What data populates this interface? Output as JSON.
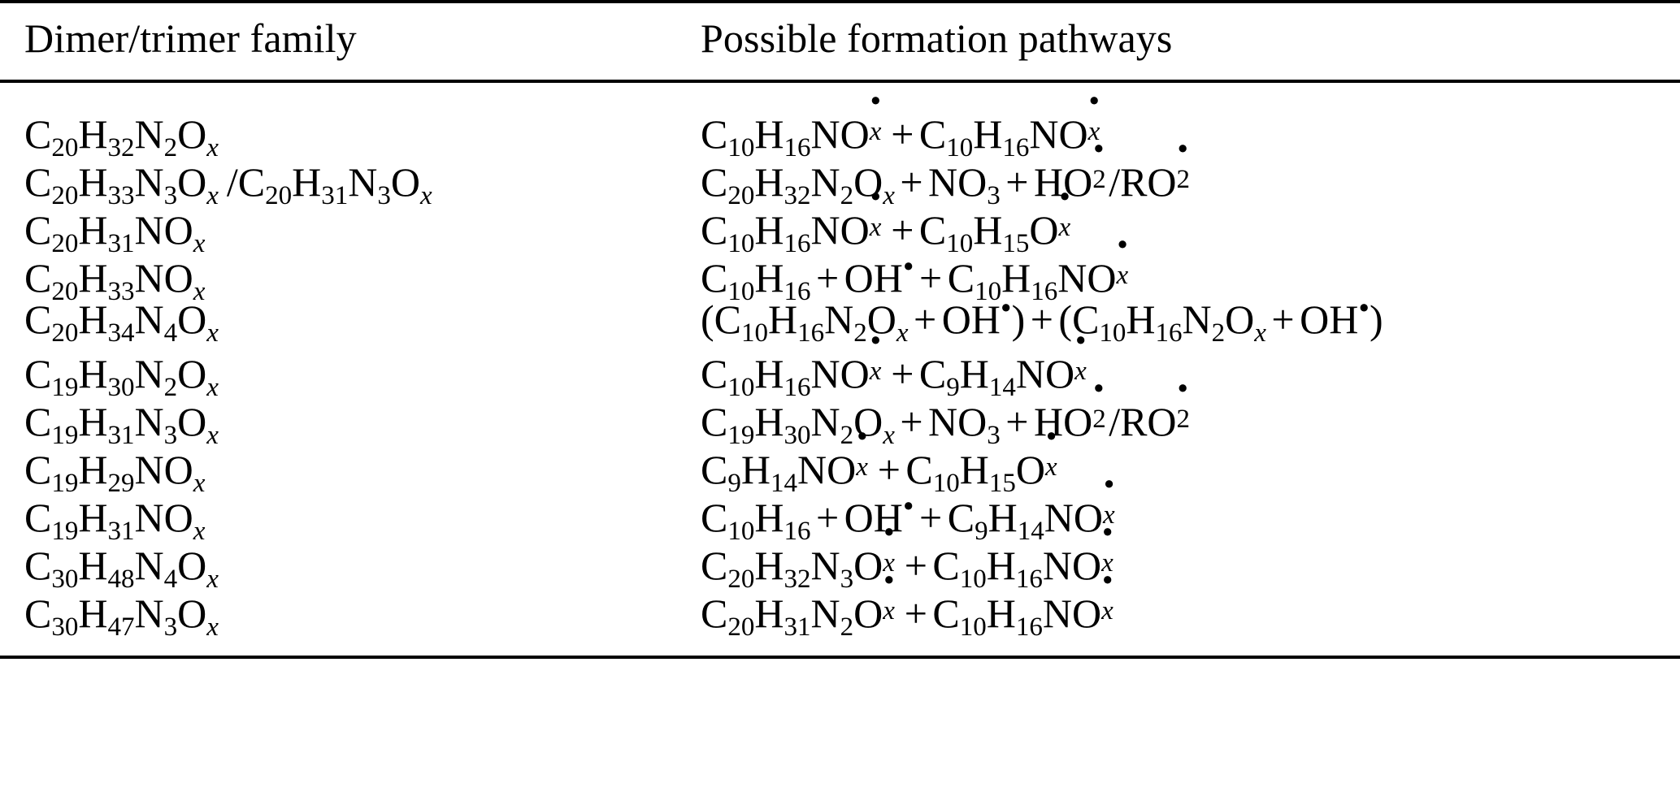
{
  "table": {
    "headers": {
      "family": "Dimer/trimer family",
      "pathway": "Possible formation pathways"
    },
    "rows": [
      {
        "family_text": "C20H32N2Ox",
        "pathway_text": "C10H16NO•x + C10H16NO•x"
      },
      {
        "family_text": "C20H33N3Ox /C20H31N3Ox",
        "pathway_text": "C20H32N2Ox + NO3 + HO2•/RO2•"
      },
      {
        "family_text": "C20H31NOx",
        "pathway_text": "C10H16NO•x + C10H15O•x"
      },
      {
        "family_text": "C20H33NOx",
        "pathway_text": "C10H16 + OH• + C10H16NO•x"
      },
      {
        "family_text": "C20H34N4Ox",
        "pathway_text": "(C10H16N2Ox + OH•) + (C10H16N2Ox + OH•)"
      },
      {
        "family_text": "C19H30N2Ox",
        "pathway_text": "C10H16NO•x + C9H14NO•x"
      },
      {
        "family_text": "C19H31N3Ox",
        "pathway_text": "C19H30N2Ox + NO3 + HO2•/RO2•"
      },
      {
        "family_text": "C19H29NOx",
        "pathway_text": "C9H14NO•x + C10H15O•x"
      },
      {
        "family_text": "C19H31NOx",
        "pathway_text": "C10H16 + OH• + C9H14NO•x"
      },
      {
        "family_text": "C30H48N4Ox",
        "pathway_text": "C20H32N3O•x + C10H16NO•x"
      },
      {
        "family_text": "C30H47N3Ox",
        "pathway_text": "C20H31N2O•x + C10H16NO•x"
      }
    ],
    "symbols": {
      "plus": "+",
      "radical_dot": "•",
      "slash": "/",
      "variable_subscript": "x",
      "open_paren": "(",
      "close_paren": ")"
    },
    "style": {
      "text_color": "#000000",
      "background_color": "#ffffff",
      "rule_color": "#000000"
    }
  }
}
